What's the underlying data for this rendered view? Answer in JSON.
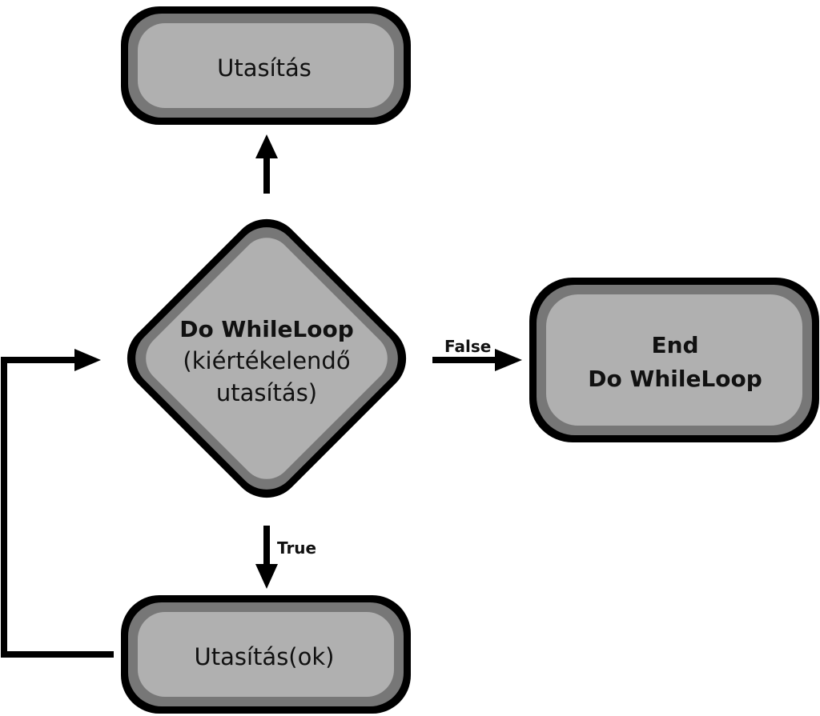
{
  "nodes": {
    "top_statement": {
      "label": "Utasítás"
    },
    "condition": {
      "line1": "Do WhileLoop",
      "line2": "(kiértékelendő",
      "line3": "utasítás)"
    },
    "end": {
      "line1": "End",
      "line2": "Do WhileLoop"
    },
    "body_statements": {
      "label": "Utasítás(ok)"
    }
  },
  "edges": {
    "false_label": "False",
    "true_label": "True"
  }
}
